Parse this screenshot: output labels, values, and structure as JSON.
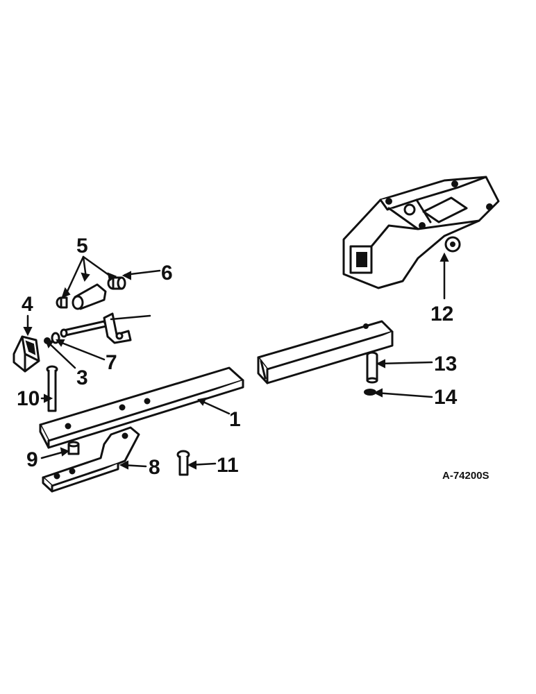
{
  "labels": {
    "l1": "1",
    "l3": "3",
    "l4": "4",
    "l5": "5",
    "l6": "6",
    "l7": "7",
    "l8": "8",
    "l9": "9",
    "l10": "10",
    "l11": "11",
    "l12": "12",
    "l13": "13",
    "l14": "14"
  },
  "reference_code": "A-74200S"
}
